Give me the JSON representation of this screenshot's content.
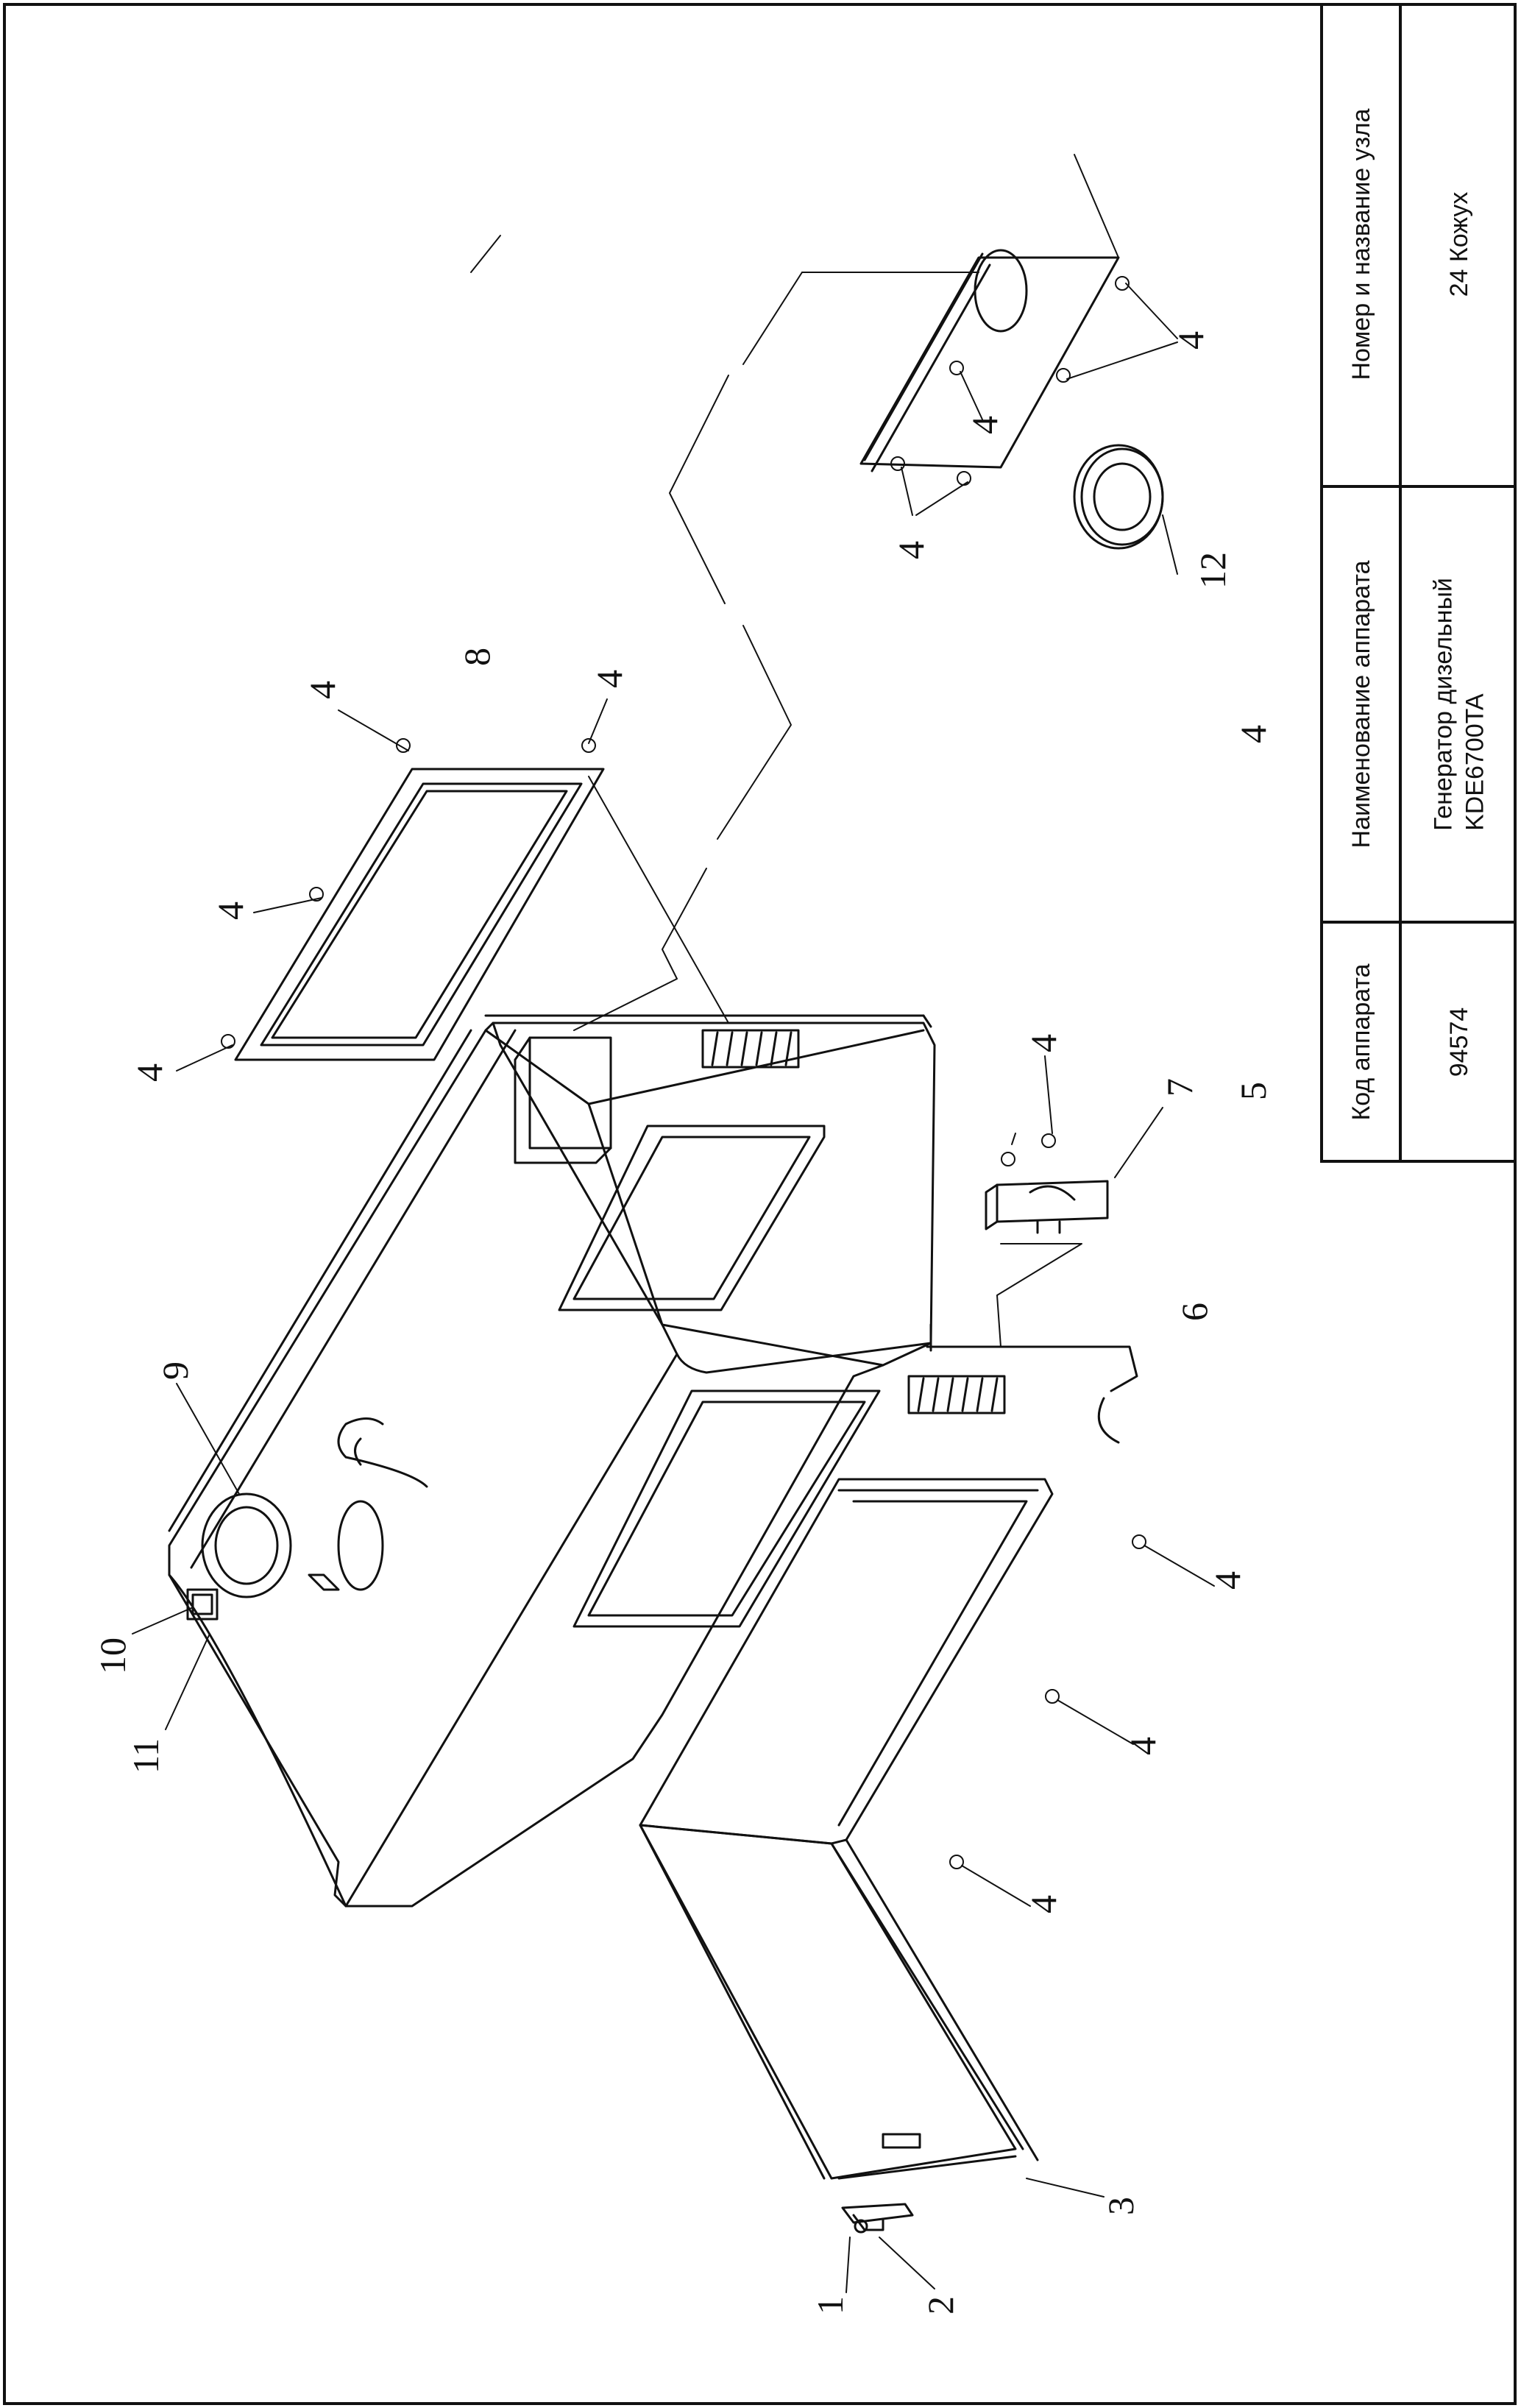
{
  "title_block": {
    "node_header": "Номер и название узла",
    "node_value": "24 Кожух",
    "device_header": "Наименование аппарата",
    "device_value_line1": "Генератор дизельный",
    "device_value_line2": "KDE6700TA",
    "code_header": "Код аппарата",
    "code_value": "94574"
  },
  "callouts": [
    "1",
    "2",
    "3",
    "4",
    "4",
    "4",
    "4",
    "4",
    "4",
    "4",
    "4",
    "4",
    "4",
    "4",
    "4",
    "5",
    "6",
    "7",
    "8",
    "9",
    "10",
    "11",
    "12"
  ]
}
